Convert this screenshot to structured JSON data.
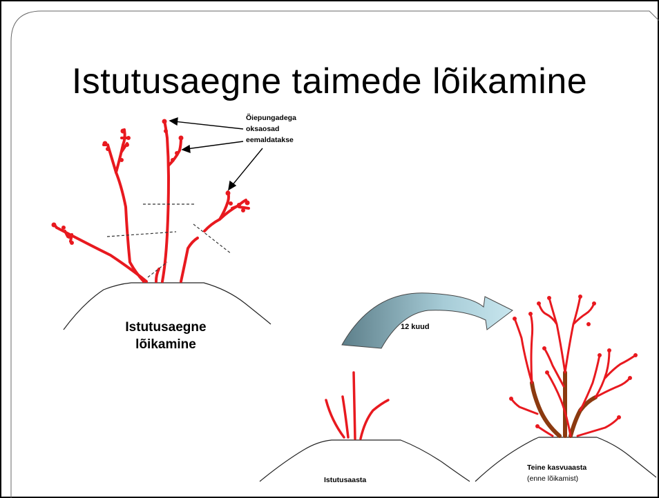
{
  "slide": {
    "title": "Istutusaegne taimede lõikamine"
  },
  "callout": {
    "lines": [
      "Õiepungadega",
      "oksaosad",
      "eemaldatakse"
    ]
  },
  "main_plant": {
    "label_lines": [
      "Istutusaegne",
      "lõikamine"
    ]
  },
  "transition": {
    "label": "12 kuud"
  },
  "year1": {
    "label": "Istutusaasta"
  },
  "year2": {
    "label": "Teine kasvuaasta",
    "sublabel": "(enne lõikamist)"
  },
  "colors": {
    "branch": "#e8191f",
    "old_wood": "#8b3a10",
    "arrow_fill_dark": "#5d7f8a",
    "arrow_fill_light": "#c8e6ee",
    "title_text": "#6b6b6b",
    "frame": "#000000"
  }
}
